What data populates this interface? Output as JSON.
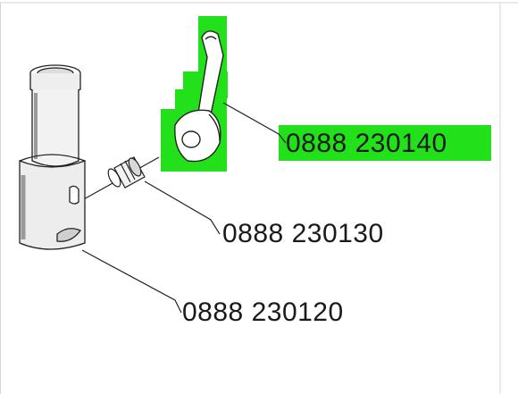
{
  "parts": [
    {
      "id": "part-140",
      "number": "0888 230140",
      "highlighted": true
    },
    {
      "id": "part-130",
      "number": "0888 230130",
      "highlighted": false
    },
    {
      "id": "part-120",
      "number": "0888 230120",
      "highlighted": false
    }
  ],
  "colors": {
    "highlight": "#22e01a",
    "line": "#222222",
    "background": "#ffffff",
    "border": "#cfcfcf"
  }
}
